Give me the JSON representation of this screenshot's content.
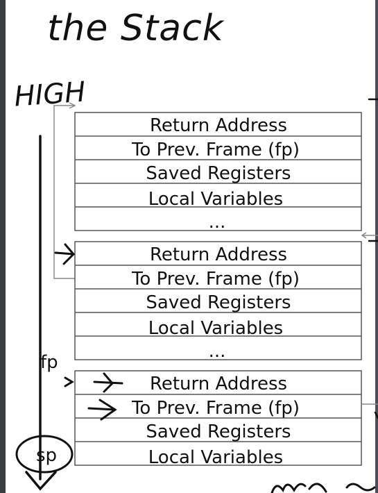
{
  "title": "the Stack",
  "high_label": "HIGH",
  "fp_label": "fp",
  "sp_label": "sp",
  "frames": [
    {
      "cells": [
        "Return Address",
        "To Prev. Frame (fp)",
        "Saved Registers",
        "Local Variables",
        "..."
      ]
    },
    {
      "cells": [
        "Return Address",
        "To Prev. Frame (fp)",
        "Saved Registers",
        "Local Variables",
        "..."
      ]
    },
    {
      "cells": [
        "Return Address",
        "To Prev. Frame (fp)",
        "Saved Registers",
        "Local Variables"
      ]
    }
  ],
  "colors": {
    "ink": "#111111",
    "grid": "#555555",
    "pointer": "#888888"
  }
}
